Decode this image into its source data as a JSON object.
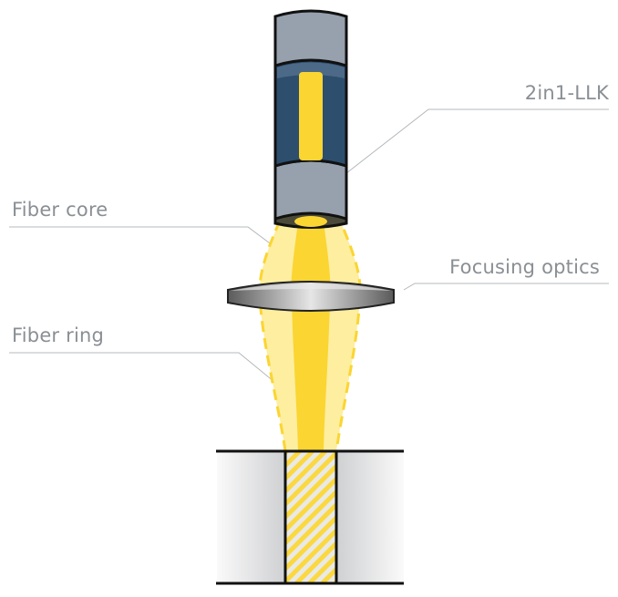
{
  "labels": {
    "laser_head": "2in1-LLK",
    "fiber_core": "Fiber core",
    "focusing_optics": "Focusing optics",
    "fiber_ring": "Fiber ring"
  },
  "colors": {
    "housing_gray": "#96a1ad",
    "housing_blue": "#2e4e6e",
    "core_yellow": "#fbd531",
    "ring_yellow": "#fdeea0",
    "leader_line": "#b4b8bc",
    "label_text": "#8a8f94"
  }
}
